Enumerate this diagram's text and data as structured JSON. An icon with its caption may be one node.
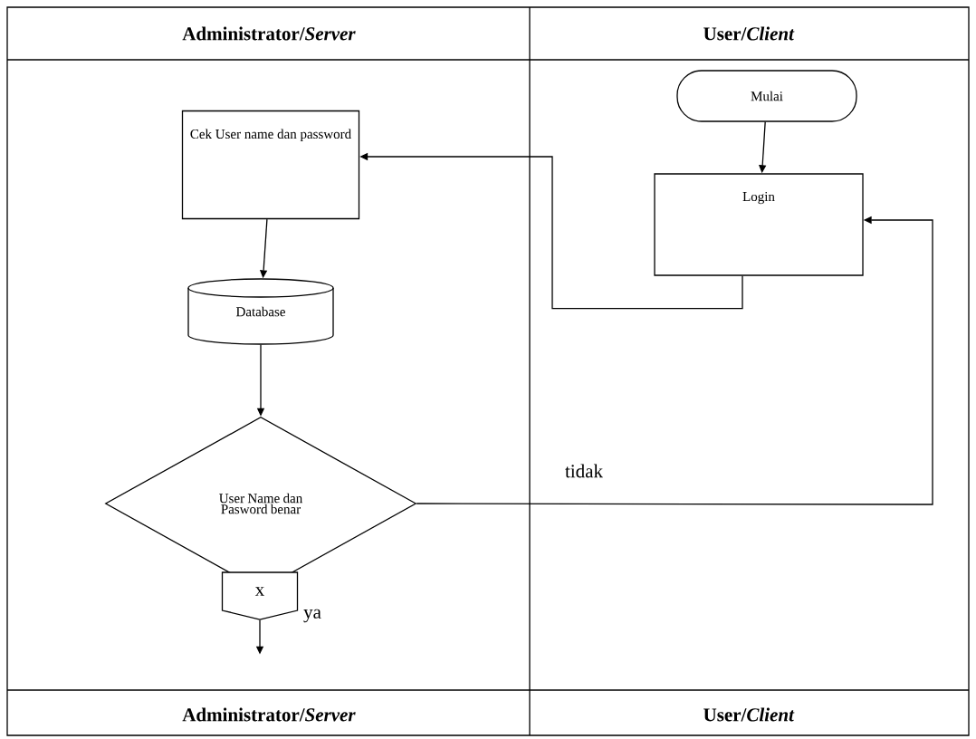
{
  "diagram": {
    "nodes": [
      {
        "text": [
          "Mulai"
        ]
      },
      {
        "text": [
          "Login"
        ]
      },
      {
        "text": [
          "Cek User name dan password"
        ]
      },
      {
        "text": [
          "Database"
        ]
      },
      {
        "text": [
          "User Name dan Pasword benar"
        ]
      },
      {
        "text": [
          "x"
        ]
      }
    ],
    "edges": [
      {
        "from": 0,
        "to": 1,
        "arrow": "to"
      },
      {
        "from": 1,
        "to": 2,
        "arrow": "to"
      },
      {
        "from": 2,
        "to": 3,
        "arrow": "to"
      },
      {
        "from": 3,
        "to": 4,
        "arrow": "to"
      },
      {
        "from": 4,
        "to": 1,
        "arrow": "to",
        "label": "tidak"
      },
      {
        "from": 5,
        "to": null,
        "arrow": "to",
        "label": "ya"
      }
    ],
    "labels": [
      "Administrator/*Server*",
      "User/*Client*",
      "Administrator/*Server*",
      "User/*Client*"
    ]
  }
}
